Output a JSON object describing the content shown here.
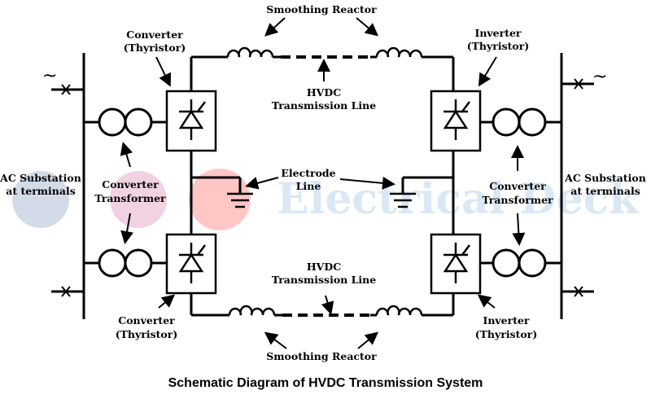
{
  "title": "Schematic Diagram of HVDC Transmission System",
  "labels": {
    "smoothing_reactor_top": "Smoothing Reactor",
    "smoothing_reactor_bottom": "Smoothing Reactor",
    "converter_top": [
      "Converter",
      "(Thyristor)"
    ],
    "converter_bottom": [
      "Converter",
      "(Thyristor)"
    ],
    "inverter_top": [
      "Inverter",
      "(Thyristor)"
    ],
    "inverter_bottom": [
      "Inverter",
      "(Thyristor)"
    ],
    "hvdc_line_top": [
      "HVDC",
      "Transmission Line"
    ],
    "hvdc_line_bottom": [
      "HVDC",
      "Transmission Line"
    ],
    "electrode_line": [
      "Electrode",
      "Line"
    ],
    "ac_substation_left": [
      "AC Substation",
      "at terminals"
    ],
    "ac_substation_right": [
      "AC Substation",
      "at terminals"
    ],
    "converter_transformer_left": [
      "Converter",
      "Transformer"
    ],
    "converter_transformer_right": [
      "Converter",
      "Transformer"
    ],
    "ac_symbol": "~"
  },
  "watermark": {
    "text": "Electrical Deck",
    "colors": {
      "facebook": "#3b5998",
      "instagram": "#c13584",
      "youtube": "#ff0000",
      "text": "#5a9bd5"
    }
  }
}
